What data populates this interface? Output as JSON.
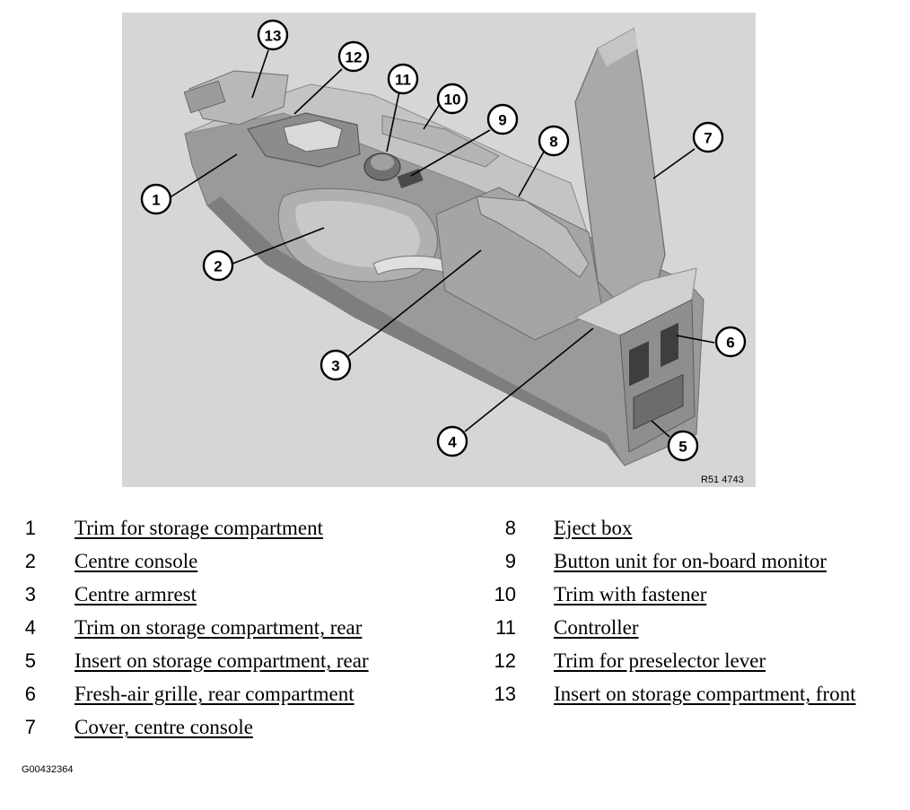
{
  "diagram": {
    "ref_code": "R51 4743",
    "colors": {
      "background": "#d6d6d6",
      "console_dark": "#8f8f8f",
      "console_mid": "#a8a8a8",
      "console_light": "#bdbdbd",
      "trim_light": "#c9c9c9"
    },
    "callouts": [
      {
        "num": "1"
      },
      {
        "num": "2"
      },
      {
        "num": "3"
      },
      {
        "num": "4"
      },
      {
        "num": "5"
      },
      {
        "num": "6"
      },
      {
        "num": "7"
      },
      {
        "num": "8"
      },
      {
        "num": "9"
      },
      {
        "num": "10"
      },
      {
        "num": "11"
      },
      {
        "num": "12"
      },
      {
        "num": "13"
      }
    ]
  },
  "legend": {
    "items": [
      {
        "num": "1",
        "label": "Trim for storage compartment"
      },
      {
        "num": "2",
        "label": "Centre console"
      },
      {
        "num": "3",
        "label": "Centre armrest"
      },
      {
        "num": "4",
        "label": "Trim on storage compartment, rear"
      },
      {
        "num": "5",
        "label": "Insert on storage compartment, rear"
      },
      {
        "num": "6",
        "label": "Fresh-air grille, rear compartment"
      },
      {
        "num": "7",
        "label": "Cover, centre console"
      },
      {
        "num": "8",
        "label": "Eject box"
      },
      {
        "num": "9",
        "label": "Button unit for on-board monitor"
      },
      {
        "num": "10",
        "label": "Trim with fastener"
      },
      {
        "num": "11",
        "label": "Controller"
      },
      {
        "num": "12",
        "label": "Trim for preselector lever"
      },
      {
        "num": "13",
        "label": "Insert on storage compartment, front"
      }
    ]
  },
  "footer": {
    "code": "G00432364"
  }
}
